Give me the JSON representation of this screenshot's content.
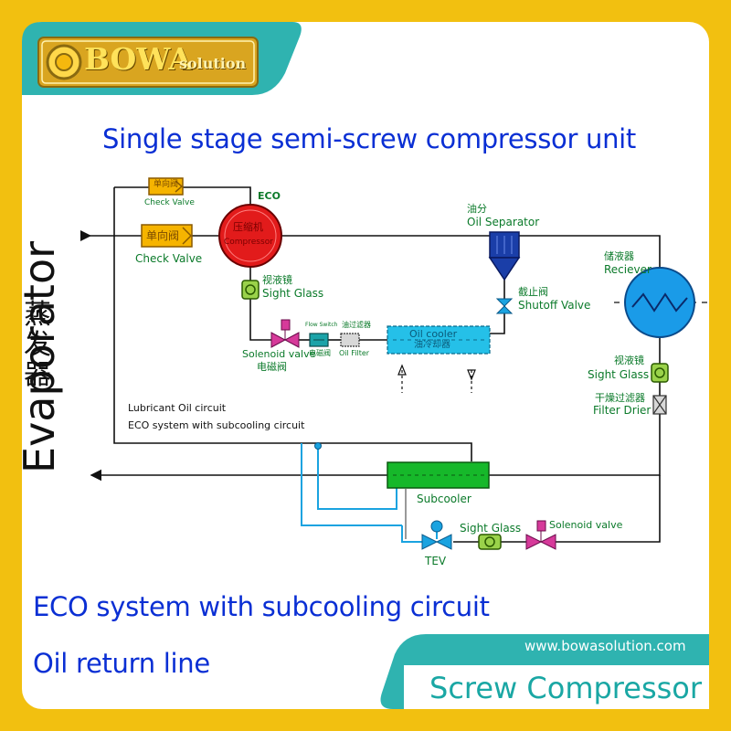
{
  "brand": {
    "logo_text": "BOWA",
    "logo_suffix": "solution",
    "website": "www.bowasolution.com",
    "footer_title": "Screw Compressor"
  },
  "diagram": {
    "title": "Single stage semi-screw compressor unit",
    "evaporator_label": "Evaporator",
    "evaporator_label_cn": "蒸发器",
    "eco_label": "ECO",
    "compressor_label_cn": "压缩机",
    "compressor_label_en": "Compressor",
    "check_valve_top_cn": "单向阀",
    "check_valve_top": "Check Valve",
    "check_valve_main_cn": "单向阀",
    "check_valve_main": "Check Valve",
    "oil_separator_cn": "油分",
    "oil_separator": "Oil Separator",
    "shutoff_valve_cn": "截止阀",
    "shutoff_valve": "Shutoff Valve",
    "receiver_cn": "储液器",
    "receiver": "Reciever",
    "sight_glass_left_cn": "视液镜",
    "sight_glass_left": "Sight Glass",
    "sight_glass_right_cn": "视液镜",
    "sight_glass_right": "Sight Glass",
    "filter_drier_cn": "干燥过滤器",
    "filter_drier": "Filter Drier",
    "solenoid_valve_oil": "Solenoid valve",
    "solenoid_valve_oil_cn": "电磁阀",
    "flow_switch": "Flow Switch",
    "flow_switch_cn": "电磁阀",
    "oil_filter_cn": "油过滤器",
    "oil_filter": "Oil Filter",
    "oil_cooler": "Oil cooler",
    "oil_cooler_cn": "油冷却器",
    "legend_oil": "Lubricant Oil circuit",
    "legend_eco": "ECO system with subcooling circuit",
    "subcooler": "Subcooler",
    "tev": "TEV",
    "sight_glass_bottom": "Sight Glass",
    "solenoid_valve_bottom": "Solenoid valve"
  },
  "captions": {
    "eco_system": "ECO system with subcooling circuit",
    "oil_return": "Oil return line"
  },
  "colors": {
    "frame_yellow": "#f2c010",
    "teal": "#2fb3b0",
    "title_blue": "#0a2fd4",
    "label_green": "#0b7a2a",
    "label_blue": "#1a3fd0"
  }
}
